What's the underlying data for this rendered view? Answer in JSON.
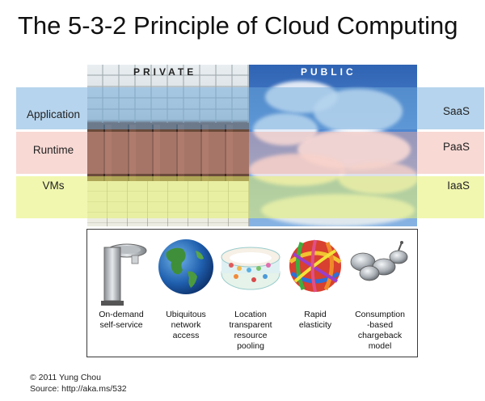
{
  "title": "The 5-3-2 Principle of Cloud Computing",
  "deployment_models": {
    "private": "PRIVATE",
    "public": "PUBLIC"
  },
  "layers": [
    {
      "left": "Application",
      "right": "SaaS"
    },
    {
      "left": "Runtime",
      "right": "PaaS"
    },
    {
      "left": "VMs",
      "right": "IaaS"
    }
  ],
  "characteristics": [
    {
      "label": "On-demand\nself-service",
      "icon": "drinking-fountain-icon"
    },
    {
      "label": "Ubiquitous\nnetwork\naccess",
      "icon": "globe-icon"
    },
    {
      "label": "Location\ntransparent\nresource\npooling",
      "icon": "ball-pit-icon"
    },
    {
      "label": "Rapid\nelasticity",
      "icon": "rubber-band-ball-icon"
    },
    {
      "label": "Consumption\n-based\nchargeback\nmodel",
      "icon": "measuring-cups-icon"
    }
  ],
  "footer": {
    "copyright": "© 2011 Yung Chou",
    "source": "Source: http://aka.ms/532"
  }
}
